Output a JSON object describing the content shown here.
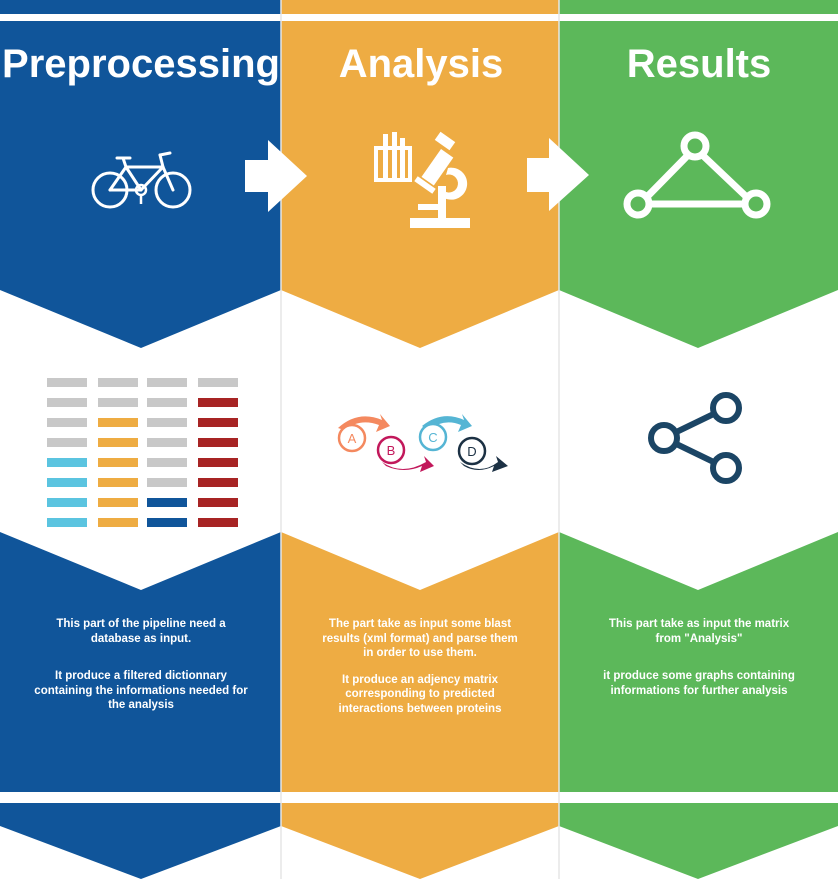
{
  "columns": [
    {
      "title": "Preprocessing",
      "color": "#10559a",
      "icon": "bicycle-icon",
      "illustration": "data-table-grid-icon",
      "desc1": "This part of the pipeline need a database as input.",
      "desc2": "It produce a filtered dictionnary containing the informations needed for the analysis"
    },
    {
      "title": "Analysis",
      "color": "#eeac43",
      "icon": "microscope-icon",
      "illustration": "process-steps-icon",
      "desc1": "The part take as input some blast results (xml format) and parse them in order to use them.",
      "desc2": "It produce an adjency matrix corresponding to predicted interactions between proteins"
    },
    {
      "title": "Results",
      "color": "#5cb85a",
      "icon": "triangle-network-icon",
      "illustration": "share-icon",
      "desc1": "This part take as input the matrix from \"Analysis\"",
      "desc2": "it produce some graphs containing informations for further analysis"
    }
  ],
  "steps": {
    "a": "A",
    "b": "B",
    "c": "C",
    "d": "D"
  },
  "colors": {
    "grid_gray": "#c8c8c8",
    "grid_orange": "#eeac43",
    "grid_red": "#a72424",
    "grid_cyan": "#5bc4e0",
    "grid_blue": "#10559a",
    "step_a": "#f4895f",
    "step_b": "#c2185b",
    "step_c": "#55b5d4",
    "step_d": "#1c3144",
    "share": "#1b4565"
  }
}
